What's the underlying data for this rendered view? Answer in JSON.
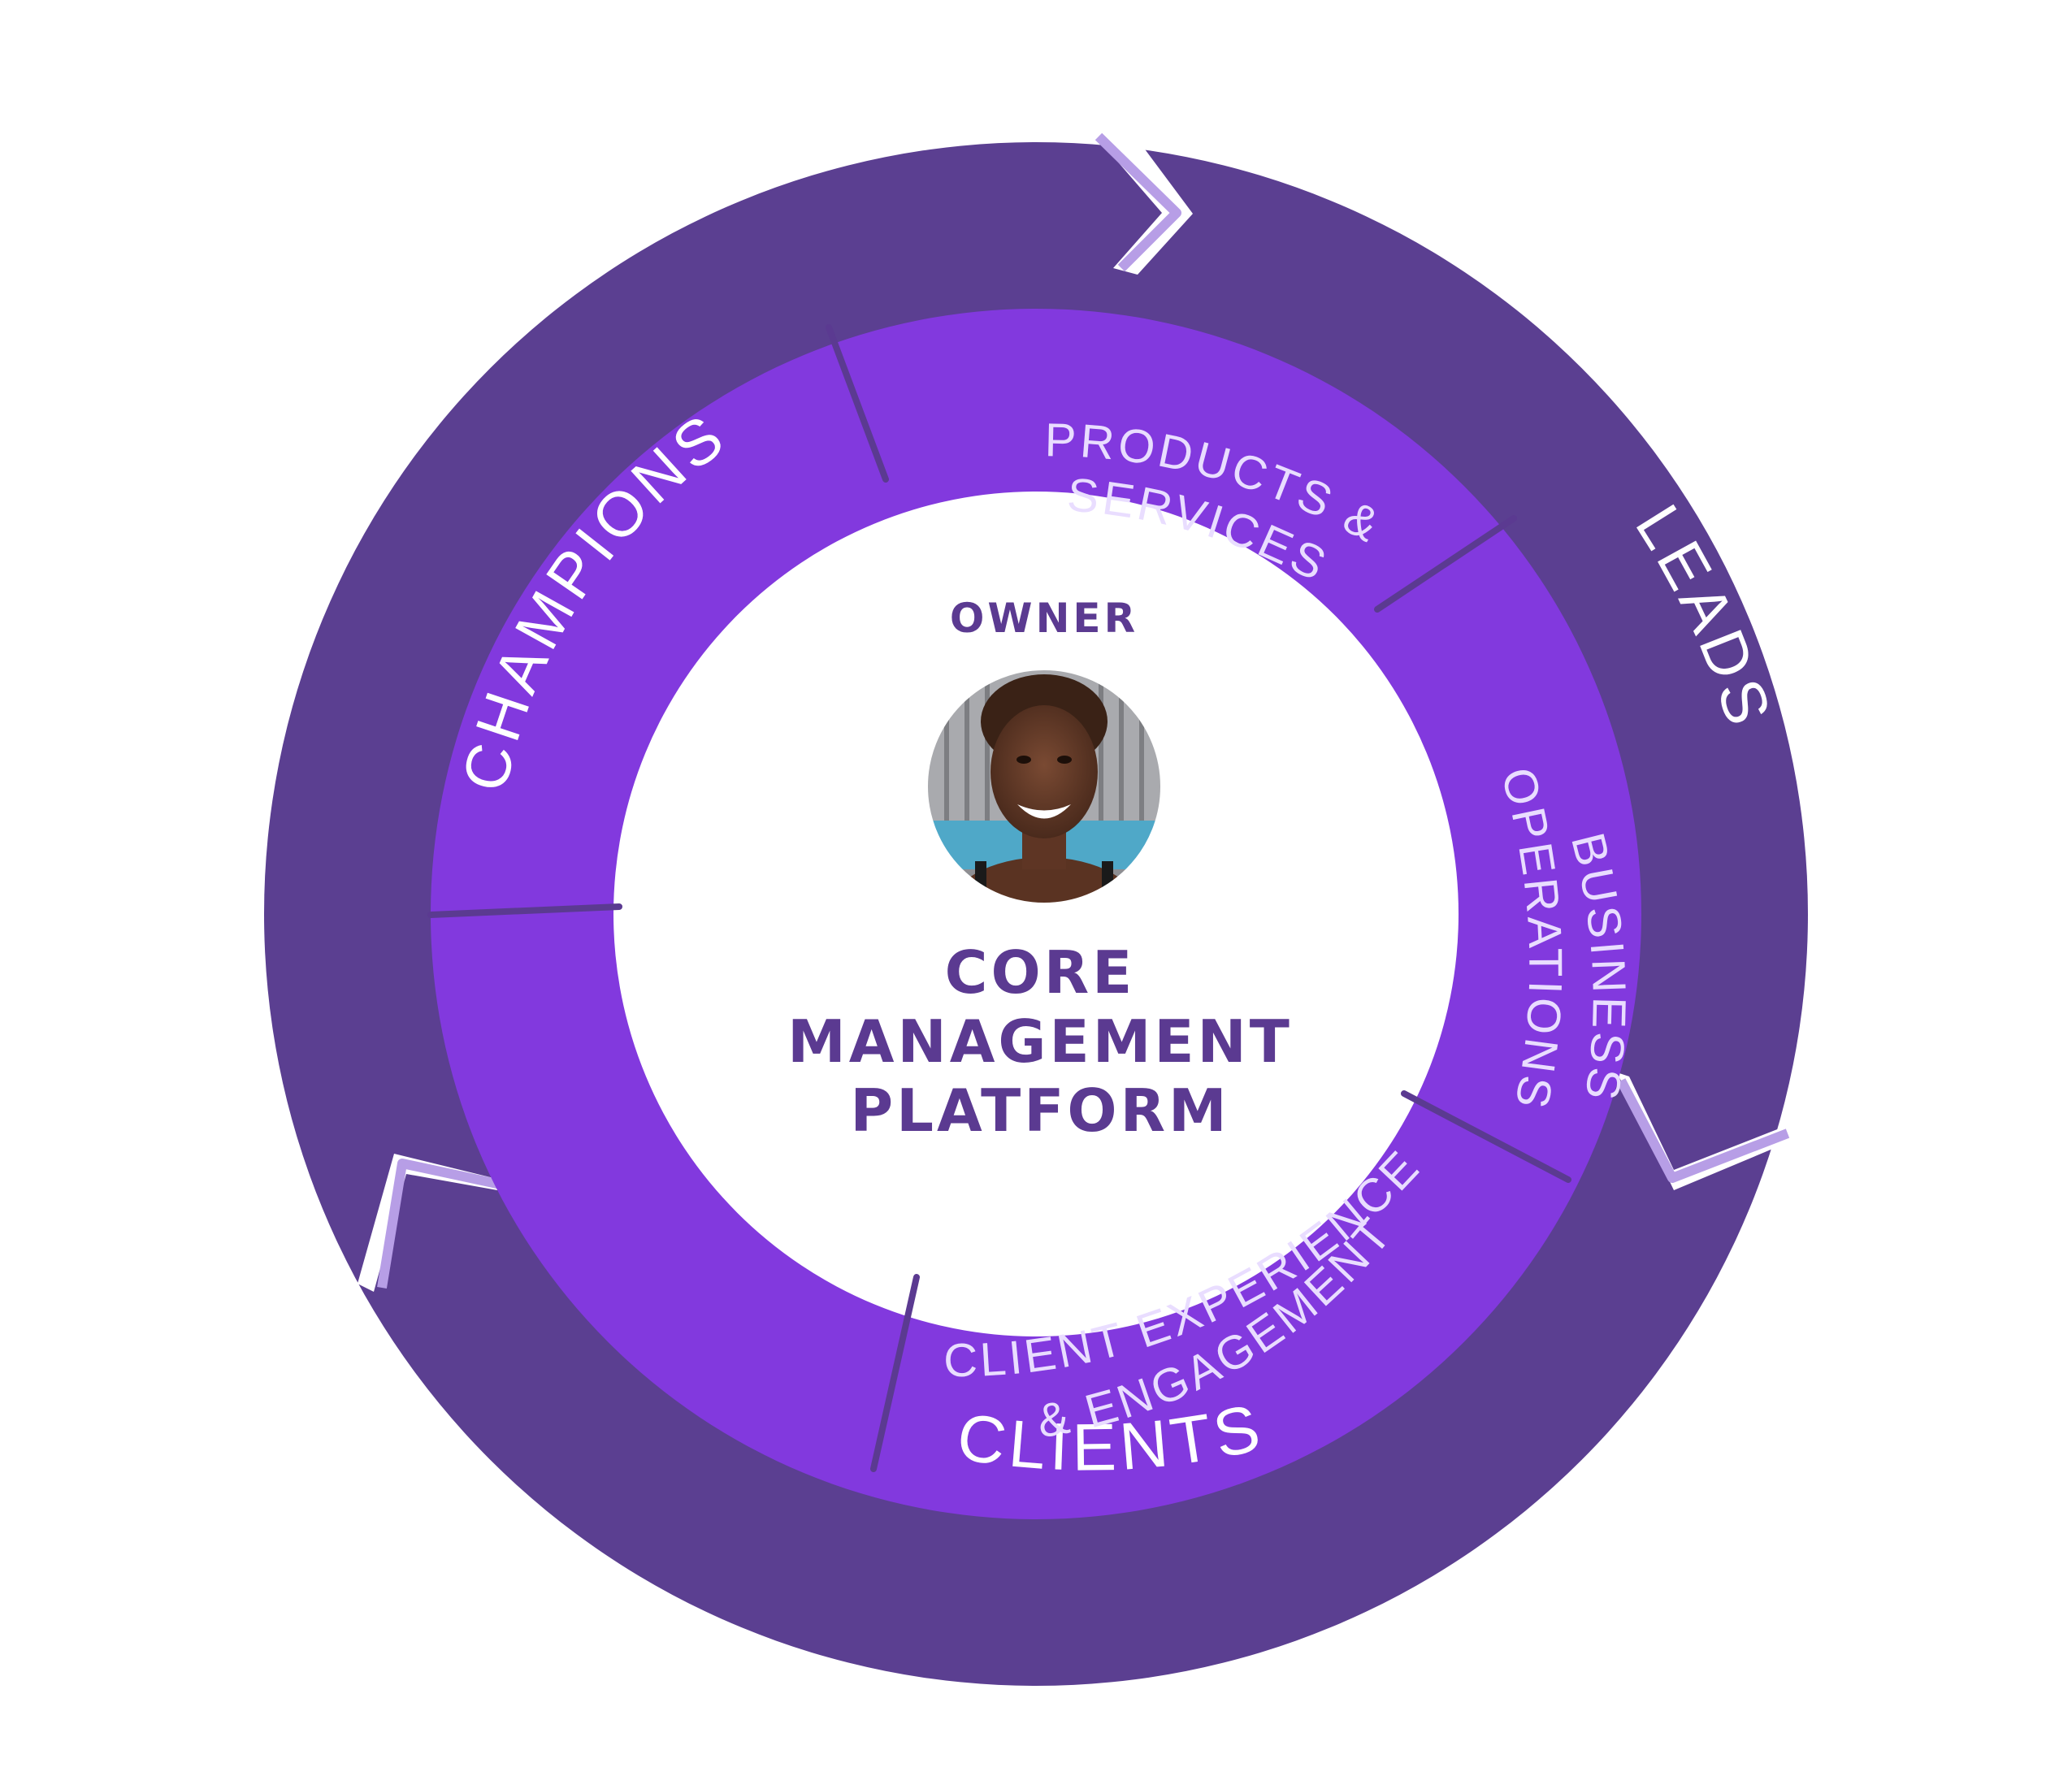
{
  "colors": {
    "outer_ring": "#5b3f91",
    "outer_highlight": "#b79ee6",
    "inner_ring": "#8239de",
    "divider": "#5b3a91",
    "center_fill": "#ffffff",
    "center_text": "#5b3a91",
    "label_text": "#ffffff"
  },
  "outer_ring": {
    "labels": {
      "champions": "CHAMPIONS",
      "leads": "LEADS",
      "clients": "CLIENTS"
    }
  },
  "inner_ring": {
    "segments": {
      "products_line1": "PRODUCTS &",
      "products_line2": "SERVICES",
      "operations_line1": "BUSINESS",
      "operations_line2": "OPERATIONS",
      "experience_line1": "CLIENT EXPERIENCE",
      "experience_line2": "& ENGAGEMENT"
    }
  },
  "center": {
    "owner_label": "OWNER",
    "avatar": "owner-photo",
    "title_line1": "CORE",
    "title_line2": "MANAGEMENT",
    "title_line3": "PLATFORM"
  }
}
